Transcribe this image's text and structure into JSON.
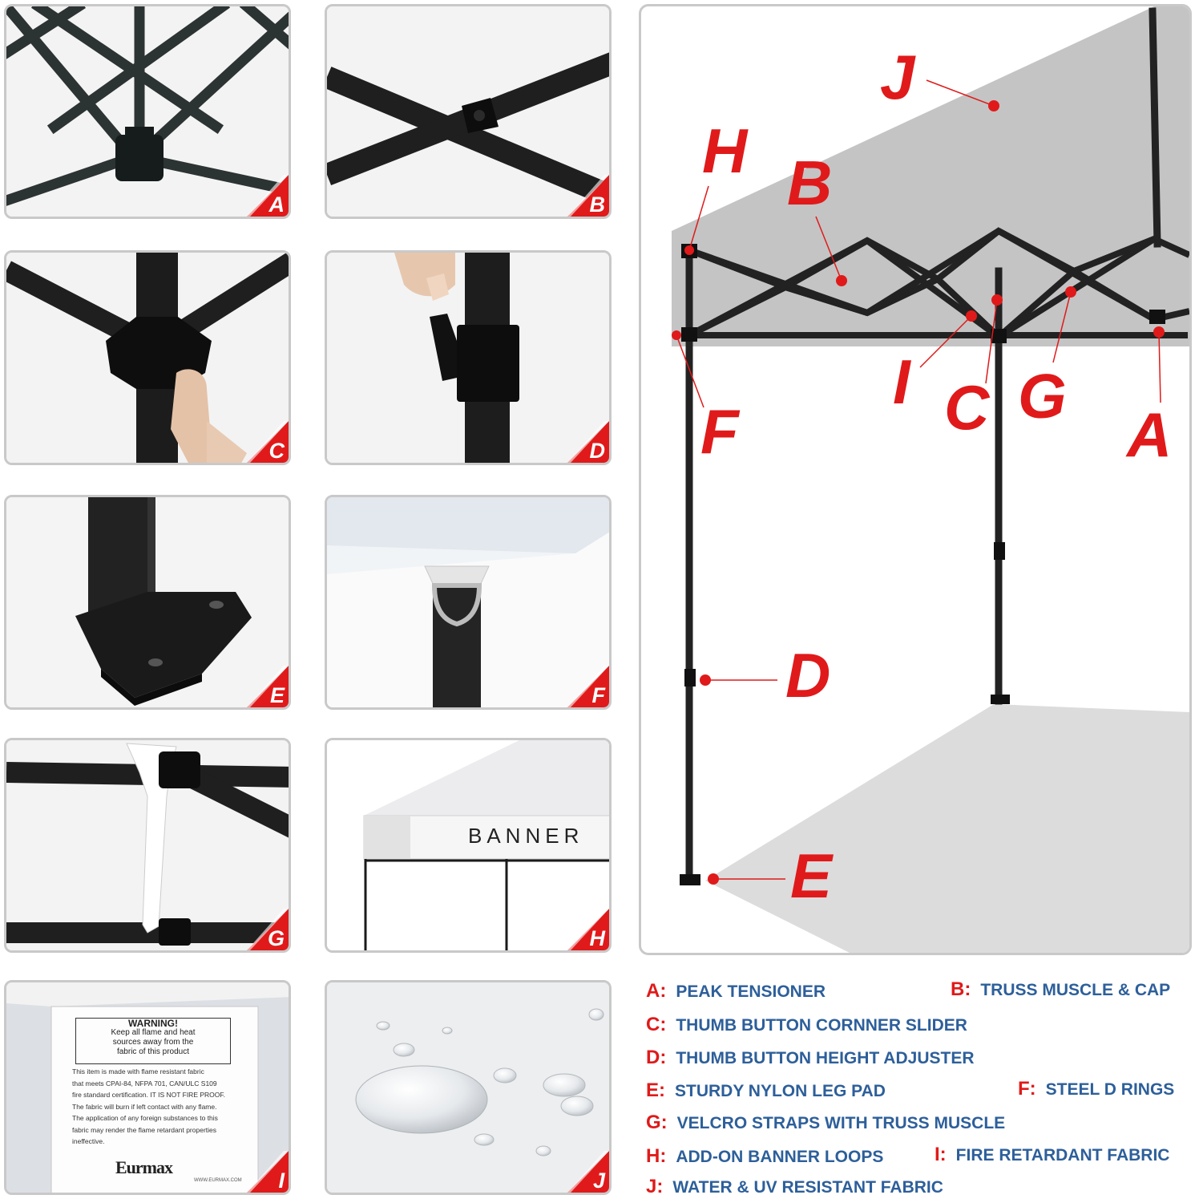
{
  "tiles": {
    "a": "A",
    "b": "B",
    "c": "C",
    "d": "D",
    "e": "E",
    "f": "F",
    "g": "G",
    "h": "H",
    "i": "I",
    "j": "J"
  },
  "warning": {
    "title": "WARNING!",
    "box_lines": [
      "Keep all flame and heat",
      "sources away from the",
      "fabric of this product"
    ],
    "body_lines": [
      "This item is made with flame resistant fabric",
      "that meets CPAI-84, NFPA 701, CAN/ULC S109",
      "fire standard certification. IT IS NOT FIRE PROOF.",
      "The fabric will burn if left contact with any flame.",
      "The application of any foreign substances to this",
      "fabric may render the flame retardant properties",
      "ineffective."
    ],
    "brand": "Eurmax",
    "url": "WWW.EURMAX.COM"
  },
  "banner_text": "BANNER",
  "diagram_labels": {
    "j": "J",
    "h": "H",
    "b": "B",
    "i": "I",
    "c": "C",
    "g": "G",
    "a": "A",
    "f": "F",
    "d": "D",
    "e": "E"
  },
  "legend": [
    {
      "key": "A:",
      "text": "PEAK TENSIONER"
    },
    {
      "key": "B:",
      "text": "TRUSS MUSCLE & CAP"
    },
    {
      "key": "C:",
      "text": "THUMB BUTTON CORNNER SLIDER"
    },
    {
      "key": "D:",
      "text": "THUMB BUTTON HEIGHT ADJUSTER"
    },
    {
      "key": "E:",
      "text": "STURDY NYLON LEG PAD"
    },
    {
      "key": "F:",
      "text": "STEEL D RINGS"
    },
    {
      "key": "G:",
      "text": "VELCRO STRAPS WITH TRUSS MUSCLE"
    },
    {
      "key": "H:",
      "text": "ADD-ON BANNER LOOPS"
    },
    {
      "key": "I:",
      "text": "FIRE RETARDANT FABRIC"
    },
    {
      "key": "J:",
      "text": "WATER & UV RESISTANT FABRIC"
    }
  ],
  "colors": {
    "label_red": "#e01a1a",
    "legend_blue": "#2d5f9a",
    "frame": "#2a2a2a"
  }
}
